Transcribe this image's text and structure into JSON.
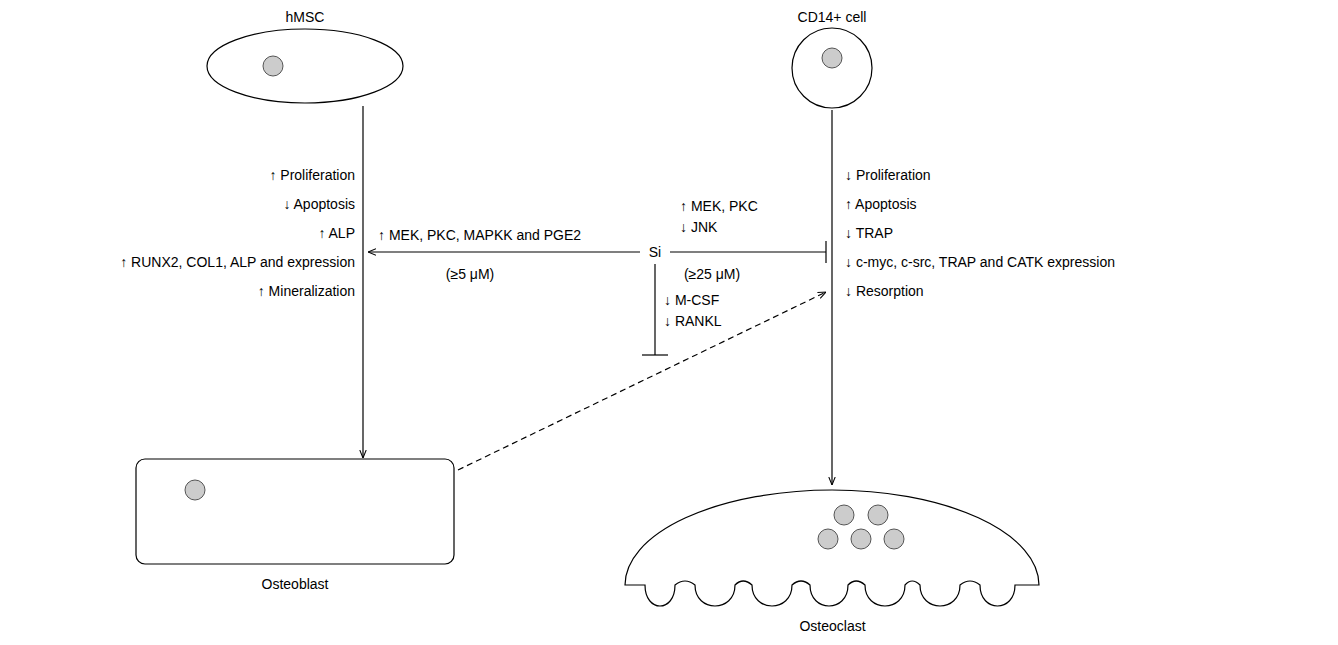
{
  "diagram": {
    "nodes": [
      {
        "text": [
          "hMSC"
        ]
      },
      {
        "text": [
          "CD14+ cell"
        ]
      },
      {
        "text": [
          "Osteoblast"
        ]
      },
      {
        "text": [
          "Osteoclast"
        ]
      }
    ],
    "edges": [
      {
        "from": 0,
        "to": 2,
        "arrow": "to"
      },
      {
        "from": 1,
        "to": 3,
        "arrow": "to"
      }
    ],
    "labels": [
      "Si",
      "↑ Proliferation",
      "↓ Apoptosis",
      "↑ ALP",
      "↑ RUNX2, COL1, ALP and expression",
      "↑ Mineralization",
      "↑ MEK, PKC, MAPKK and PGE2",
      "(≥5 μM)",
      "↑ MEK, PKC",
      "↓ JNK",
      "(≥25 μM)",
      "↓ M-CSF",
      "↓ RANKL",
      "↓ Proliferation",
      "↑ Apoptosis",
      "↓ TRAP",
      "↓ c-myc, c-src, TRAP and CATK expression",
      "↓ Resorption"
    ]
  }
}
